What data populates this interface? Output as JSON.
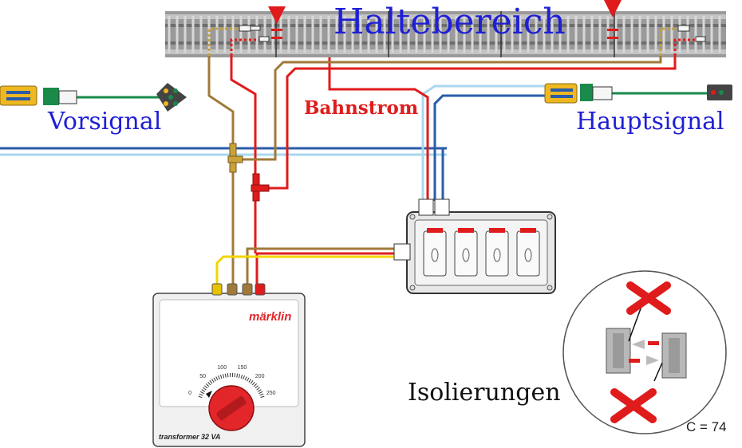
{
  "title": "Haltebereich",
  "labels": {
    "vorsignal": "Vorsignal",
    "hauptsignal": "Hauptsignal",
    "bahnstrom": "Bahnstrom",
    "isolierungen": "Isolierungen",
    "code": "C = 74"
  },
  "transformer": {
    "brand": "märklin",
    "model": "transformer 32 VA",
    "dial_ticks": [
      "0",
      "50",
      "100",
      "150",
      "200",
      "250"
    ]
  },
  "colors": {
    "title_blue": "#1f1fd6",
    "power_red": "#e01b1b",
    "wire_brown": "#a07a3a",
    "wire_yellow": "#f2d600",
    "wire_blue": "#2a5ca8",
    "wire_lightblue": "#a8d8ef",
    "wire_green": "#1a8a4a"
  }
}
